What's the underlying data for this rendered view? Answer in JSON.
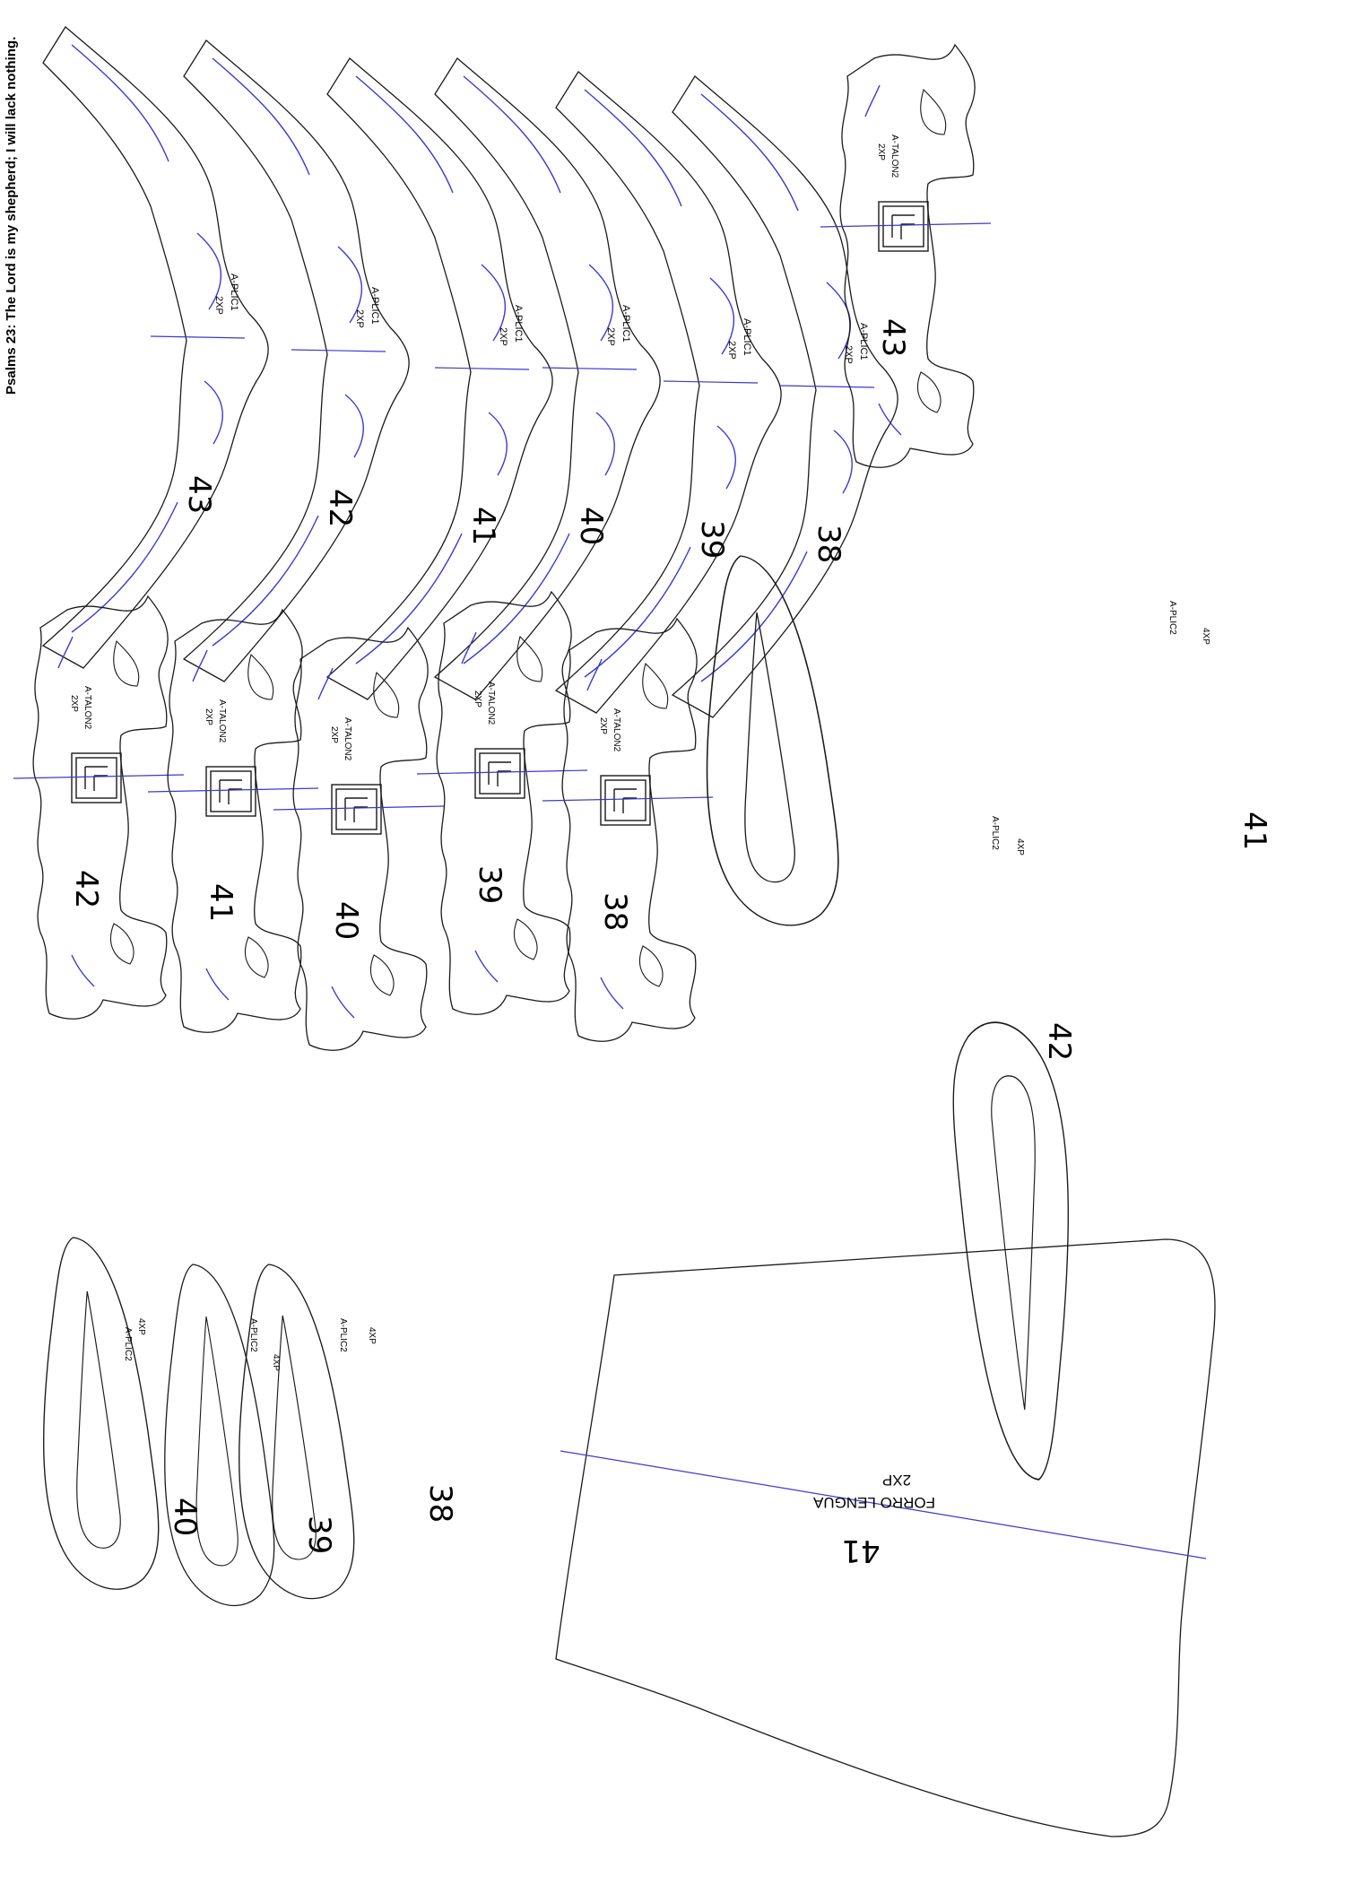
{
  "caption": "Psalms 23: The Lord is my shepherd; I will lack nothing.",
  "colors": {
    "outline": "#1a1a1a",
    "stitch": "#3a3ad0",
    "axis": "#3a3ad0"
  },
  "plic1": {
    "code": "A-PLIC1",
    "qty": "2XP",
    "sizes": [
      "43",
      "42",
      "41",
      "40",
      "39",
      "38"
    ]
  },
  "talon2": {
    "code": "A-TALON2",
    "qty": "2XP",
    "logo_icon": "fila-logo-icon",
    "sizes": [
      "43",
      "42",
      "41",
      "40",
      "39",
      "38"
    ]
  },
  "plic2": {
    "code": "A-PLIC2",
    "qty": "4XP",
    "sizes": [
      "41",
      "42",
      "40",
      "39",
      "38"
    ]
  },
  "forro": {
    "title": "FORRO LENGUA",
    "qty": "2XP",
    "size": "41"
  }
}
